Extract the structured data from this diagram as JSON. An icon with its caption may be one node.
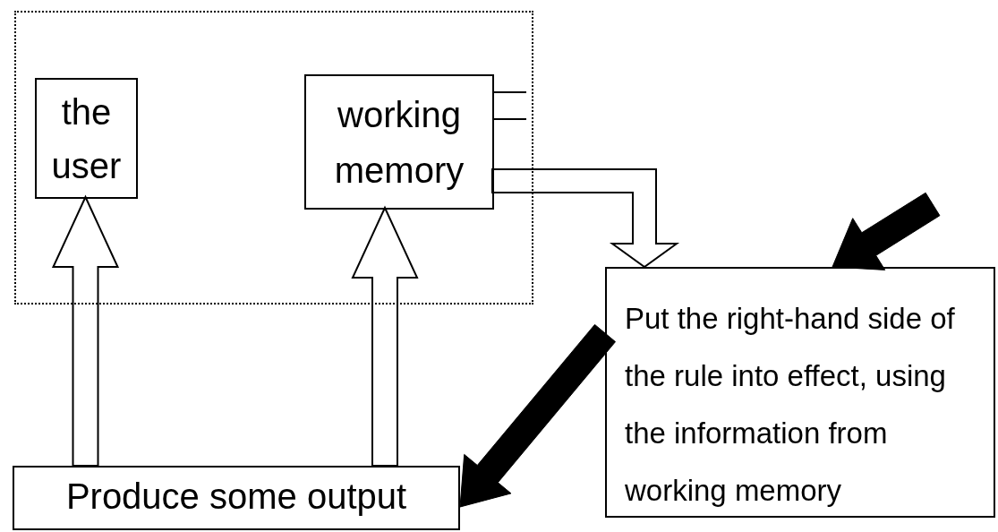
{
  "diagram": {
    "nodes": [
      {
        "text": [],
        "shape": "box"
      },
      {
        "text": [
          "the user"
        ],
        "in": 0
      },
      {
        "text": [
          "working memory"
        ],
        "in": 0
      },
      {
        "text": [
          "Put the right-hand side of the rule into effect, using the information from working memory"
        ]
      },
      {
        "text": [
          "Produce some output"
        ]
      }
    ],
    "edges": [
      {
        "from": 4,
        "to": 1,
        "arrow": "to"
      },
      {
        "from": 4,
        "to": 2,
        "arrow": "to"
      },
      {
        "from": 2,
        "to": 3,
        "arrow": "to"
      },
      {
        "from": null,
        "to": 3,
        "arrow": "to",
        "style": "thick"
      },
      {
        "from": 3,
        "to": 4,
        "arrow": "to",
        "style": "thick"
      },
      {
        "from": 2,
        "to": null,
        "arrow": "none"
      },
      {
        "from": 2,
        "to": null,
        "arrow": "none"
      }
    ]
  }
}
